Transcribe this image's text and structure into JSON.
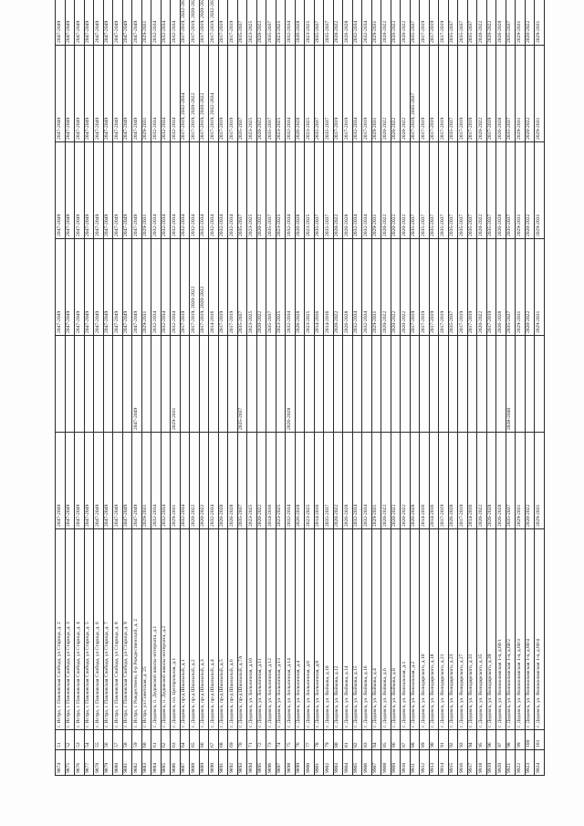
{
  "rows": [
    [
      "9874",
      "51",
      "г. Истра, г. Павловская Слобода, ул Старица, д. 2",
      "2047-2049",
      "",
      "2047-2049",
      "2047-2049",
      "2047-2049",
      "2047-2049"
    ],
    [
      "9875",
      "52",
      "г. Истра, г. Павловская Слобода, ул Старица, д. 3",
      "2047-2049",
      "",
      "2047-2049",
      "2047-2049",
      "2047-2049",
      "2047-2049"
    ],
    [
      "9876",
      "53",
      "г. Истра, г. Павловская Слобода, ул Старица, д. 4",
      "2047-2049",
      "",
      "2047-2049",
      "2047-2049",
      "2047-2049",
      "2047-2049"
    ],
    [
      "9877",
      "54",
      "г. Истра, г. Павловская Слобода, ул Старица, д. 5",
      "2047-2049",
      "",
      "2047-2049",
      "2047-2049",
      "2047-2049",
      "2047-2049"
    ],
    [
      "9878",
      "55",
      "г. Истра, г. Павловская Слобода, ул Старица, д. 6",
      "2047-2049",
      "",
      "2047-2049",
      "2047-2049",
      "2047-2049",
      "2047-2049"
    ],
    [
      "9879",
      "56",
      "г. Истра, г. Павловская Слобода, ул Старица, д. 7",
      "2047-2049",
      "",
      "2047-2049",
      "2047-2049",
      "2047-2049",
      "2047-2049"
    ],
    [
      "9880",
      "57",
      "г. Истра, г. Павловская Слобода, ул Старица, д. 8",
      "2047-2049",
      "",
      "2047-2049",
      "2047-2049",
      "2047-2049",
      "2047-2049"
    ],
    [
      "9881",
      "58",
      "г. Истра, г. Павловская Слобода, ул Старица, д. 9",
      "2047-2049",
      "",
      "2047-2049",
      "2047-2049",
      "2047-2049",
      "2047-2049"
    ],
    [
      "9882",
      "59",
      "г. Истра, г. Рождествено, б-р Рождественский, д. 2",
      "2047-2049",
      "2047-2049",
      "2047-2049",
      "2047-2049",
      "2047-2049",
      "2047-2049"
    ],
    [
      "9883",
      "60",
      "г. Истра, ул Советская, д. 25",
      "2029-2031",
      "",
      "2029-2031",
      "2029-2031",
      "2029-2031",
      "2029-2031"
    ],
    [
      "9884",
      "61",
      "г. Дедовск, п. Дедовской школы-интерната, д.1",
      "2032-2034",
      "",
      "2032-2034",
      "2032-2034",
      "2032-2034",
      "2032-2034"
    ],
    [
      "9885",
      "62",
      "г. Дедовск, п. Дедовской школы-интерната, д.2",
      "2032-2034",
      "",
      "2032-2034",
      "2032-2034",
      "2032-2034",
      "2032-2034"
    ],
    [
      "9886",
      "63",
      "г. Дедовск, пл. Центральная, д.1",
      "2029-2031",
      "2029-2031",
      "2032-2034",
      "2032-2034",
      "2032-2034",
      "2032-2034"
    ],
    [
      "9887",
      "64",
      "г. Дедовск, пр-д Школьный, д.1",
      "2032-2034",
      "",
      "2017-2019",
      "2032-2034",
      "2017-2019, 2032-2034",
      "2017-2019, 2032-2034"
    ],
    [
      "9888",
      "65",
      "г. Дедовск, пр-д Школьный, д.2",
      "2020-2022",
      "",
      "2017-2019, 2020-2022",
      "2032-2034",
      "2017-2019, 2020-2022",
      "2017-2019, 2020-2022"
    ],
    [
      "9889",
      "66",
      "г. Дедовск, пр-д Школьный, д.3",
      "2020-2022",
      "",
      "2017-2019, 2020-2022",
      "2032-2034",
      "2017-2019, 2020-2022",
      "2017-2019, 2020-2022"
    ],
    [
      "9890",
      "67",
      "г. Дедовск, пр-д Школьный, д.4",
      "2032-2034",
      "",
      "2014-2016",
      "2032-2034",
      "2017-2019, 2032-2034",
      "2017-2019, 2032-2034"
    ],
    [
      "9891",
      "68",
      "г. Дедовск, пр-д Школьный, д.5",
      "2026-2028",
      "",
      "2017-2019",
      "2032-2034",
      "2017-2019",
      "2017-2019"
    ],
    [
      "9892",
      "69",
      "г. Дедовск, пр-д Школьный, д.6",
      "2026-2028",
      "",
      "2017-2019",
      "2032-2034",
      "2017-2019",
      "2017-2019"
    ],
    [
      "9893",
      "70",
      "г. Дедовск, пр-д Школьный, д.7А",
      "2035-2037",
      "2035-2037",
      "2035-2037",
      "2035-2037",
      "2035-2037",
      "2035-2037"
    ],
    [
      "9894",
      "71",
      "г. Дедовск, ул. Больничная, д.10",
      "2023-2025",
      "",
      "2023-2025",
      "2023-2025",
      "2023-2025",
      "2023-2025"
    ],
    [
      "9895",
      "72",
      "г. Дедовск, ул. Больничная, д.11",
      "2020-2022",
      "",
      "2020-2022",
      "2020-2022",
      "2020-2022",
      "2020-2022"
    ],
    [
      "9896",
      "73",
      "г. Дедовск, ул. Больничная, д.12",
      "2014-2016",
      "",
      "2035-2037",
      "2035-2037",
      "2035-2037",
      "2035-2037"
    ],
    [
      "9897",
      "74",
      "г. Дедовск, ул. Больничная, д.13",
      "2023-2025",
      "",
      "2023-2025",
      "2023-2025",
      "2023-2025",
      "2023-2025"
    ],
    [
      "9898",
      "75",
      "г. Дедовск, ул. Больничная, д.14",
      "2032-2034",
      "2026-2028",
      "2032-2034",
      "2032-2034",
      "2032-2034",
      "2032-2034"
    ],
    [
      "9899",
      "76",
      "г. Дедовск, ул. Больничная, д.4",
      "2026-2028",
      "",
      "2026-2028",
      "2026-2028",
      "2026-2028",
      "2026-2028"
    ],
    [
      "9900",
      "77",
      "г. Дедовск, ул. Больничная, д.6",
      "2023-2025",
      "",
      "2023-2025",
      "2023-2025",
      "2023-2025",
      "2023-2025"
    ],
    [
      "9901",
      "78",
      "г. Дедовск, ул. Больничная, д.8",
      "2014-2016",
      "",
      "2014-2016",
      "2035-2037",
      "2035-2037",
      "2035-2037"
    ],
    [
      "9902",
      "79",
      "г. Дедовск, ул. Войкова, д.10",
      "2035-2037",
      "",
      "2014-2016",
      "2035-2037",
      "2035-2037",
      "2035-2037"
    ],
    [
      "9903",
      "80",
      "г. Дедовск, ул. Войкова, д.12",
      "2020-2022",
      "",
      "2020-2022",
      "2020-2022",
      "2017-2019",
      "2020-2022"
    ],
    [
      "9904",
      "81",
      "г. Дедовск, ул. Войкова, д.14",
      "2026-2028",
      "",
      "2026-2028",
      "2026-2028",
      "2017-2019",
      "2026-2028"
    ],
    [
      "9905",
      "82",
      "г. Дедовск, ул. Войкова, д.15",
      "2032-2034",
      "",
      "2032-2034",
      "2032-2034",
      "2032-2034",
      "2032-2034"
    ],
    [
      "9906",
      "83",
      "г. Дедовск, ул. Войкова, д.16",
      "2032-2034",
      "",
      "2032-2034",
      "2032-2034",
      "2017-2019",
      "2032-2034"
    ],
    [
      "9907",
      "84",
      "г. Дедовск, ул. Войкова, д.4",
      "2029-2031",
      "",
      "2029-2031",
      "2029-2031",
      "2029-2031",
      "2029-2031"
    ],
    [
      "9908",
      "85",
      "г. Дедовск, ул. Войкова, д.6",
      "2020-2022",
      "",
      "2020-2022",
      "2020-2022",
      "2020-2022",
      "2020-2022"
    ],
    [
      "9909",
      "86",
      "г. Дедовск, ул. Войкова, д.8",
      "2020-2022",
      "",
      "2020-2022",
      "2020-2022",
      "2020-2022",
      "2020-2022"
    ],
    [
      "9910",
      "87",
      "г. Дедовск, ул. Вокзальная, д.1",
      "2020-2022",
      "",
      "2020-2022",
      "2020-2022",
      "2020-2022",
      "2020-2022"
    ],
    [
      "9911",
      "88",
      "г. Дедовск, ул. Вокзальная, д.2",
      "2026-2028",
      "",
      "2017-2019",
      "2035-2037",
      "2017-2019, 2035-2037",
      "2035-2037"
    ],
    [
      "9912",
      "89",
      "г. Дедовск, ул. Володарского, д.10",
      "2014-2016",
      "",
      "2017-2019",
      "2035-2037",
      "2017-2019",
      "2017-2019"
    ],
    [
      "9913",
      "90",
      "г. Дедовск, ул. Володарского, д.18",
      "2014-2016",
      "",
      "2017-2019",
      "2035-2037",
      "2017-2019",
      "2017-2019"
    ],
    [
      "9914",
      "91",
      "г. Дедовск, ул. Володарского, д.21",
      "2017-2019",
      "",
      "2017-2019",
      "2035-2037",
      "2017-2019",
      "2017-2019"
    ],
    [
      "9915",
      "92",
      "г. Дедовск, ул. Володарского, д.23",
      "2026-2028",
      "",
      "2035-2037",
      "2035-2037",
      "2035-2037",
      "2035-2037"
    ],
    [
      "9916",
      "93",
      "г. Дедовск, ул. Володарского, д.27",
      "2017-2019",
      "",
      "2017-2019",
      "2035-2037",
      "2017-2019",
      "2035-2037"
    ],
    [
      "9917",
      "94",
      "г. Дедовск, ул. Володарского, д.31",
      "2014-2016",
      "",
      "2017-2019",
      "2035-2037",
      "2017-2019",
      "2035-2037"
    ],
    [
      "9918",
      "95",
      "г. Дедовск, ул. Володарского, д.35",
      "2020-2022",
      "",
      "2020-2022",
      "2020-2022",
      "2020-2022",
      "2020-2022"
    ],
    [
      "9919",
      "96",
      "г. Дедовск, ул. Володарского, д.39",
      "2026-2028",
      "",
      "2017-2019",
      "2035-2037",
      "2017-2019",
      "2020-2022"
    ],
    [
      "9920",
      "97",
      "г. Дедовск, ул. Волоколамская 1-я, д.60/1",
      "2026-2028",
      "",
      "2026-2028",
      "2026-2028",
      "2026-2028",
      "2026-2028"
    ],
    [
      "9921",
      "98",
      "г. Дедовск, ул. Волоколамская 1-я, д.60/2",
      "2035-2037",
      "2038-2040",
      "2035-2037",
      "2035-2037",
      "2035-2037",
      "2035-2037"
    ],
    [
      "9922",
      "99",
      "г. Дедовск, ул. Волоколамская 1-я, д.60/3",
      "2029-2031",
      "",
      "2029-2031",
      "2029-2031",
      "2029-2031",
      "2029-2031"
    ],
    [
      "9923",
      "100",
      "г. Дедовск, ул. Волоколамская 1-я, д.60/4",
      "2020-2022",
      "",
      "2020-2022",
      "2020-2022",
      "2020-2022",
      "2020-2022"
    ],
    [
      "9924",
      "101",
      "г. Дедовск, ул. Волоколамская 1-я, д.60/4",
      "2029-2031",
      "",
      "2029-2031",
      "2029-2031",
      "2029-2031",
      "2029-2031"
    ]
  ]
}
